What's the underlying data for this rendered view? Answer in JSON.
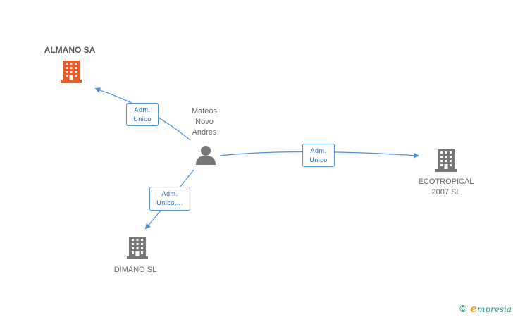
{
  "nodes": {
    "almano": {
      "name": "ALMANO SA"
    },
    "person": {
      "name_lines": [
        "Mateos",
        "Novo",
        "Andres"
      ]
    },
    "ecotropical": {
      "name_lines": [
        "ECOTROPICAL",
        "2007 SL"
      ]
    },
    "dimano": {
      "name": "DIMANO SL"
    }
  },
  "edges": {
    "to_almano": {
      "lines": [
        "Adm.",
        "Unico"
      ]
    },
    "to_ecotropical": {
      "lines": [
        "Adm.",
        "Unico"
      ]
    },
    "to_dimano": {
      "lines": [
        "Adm.",
        "Unico,..."
      ]
    }
  },
  "brand": {
    "copyright": "©",
    "initial": "e",
    "rest": "mpresia"
  },
  "colors": {
    "highlight_building": "#f05a28",
    "building": "#777777",
    "person": "#777777",
    "edge": "#4a90d9"
  },
  "icons": {
    "company": "building-icon",
    "person": "person-icon"
  }
}
